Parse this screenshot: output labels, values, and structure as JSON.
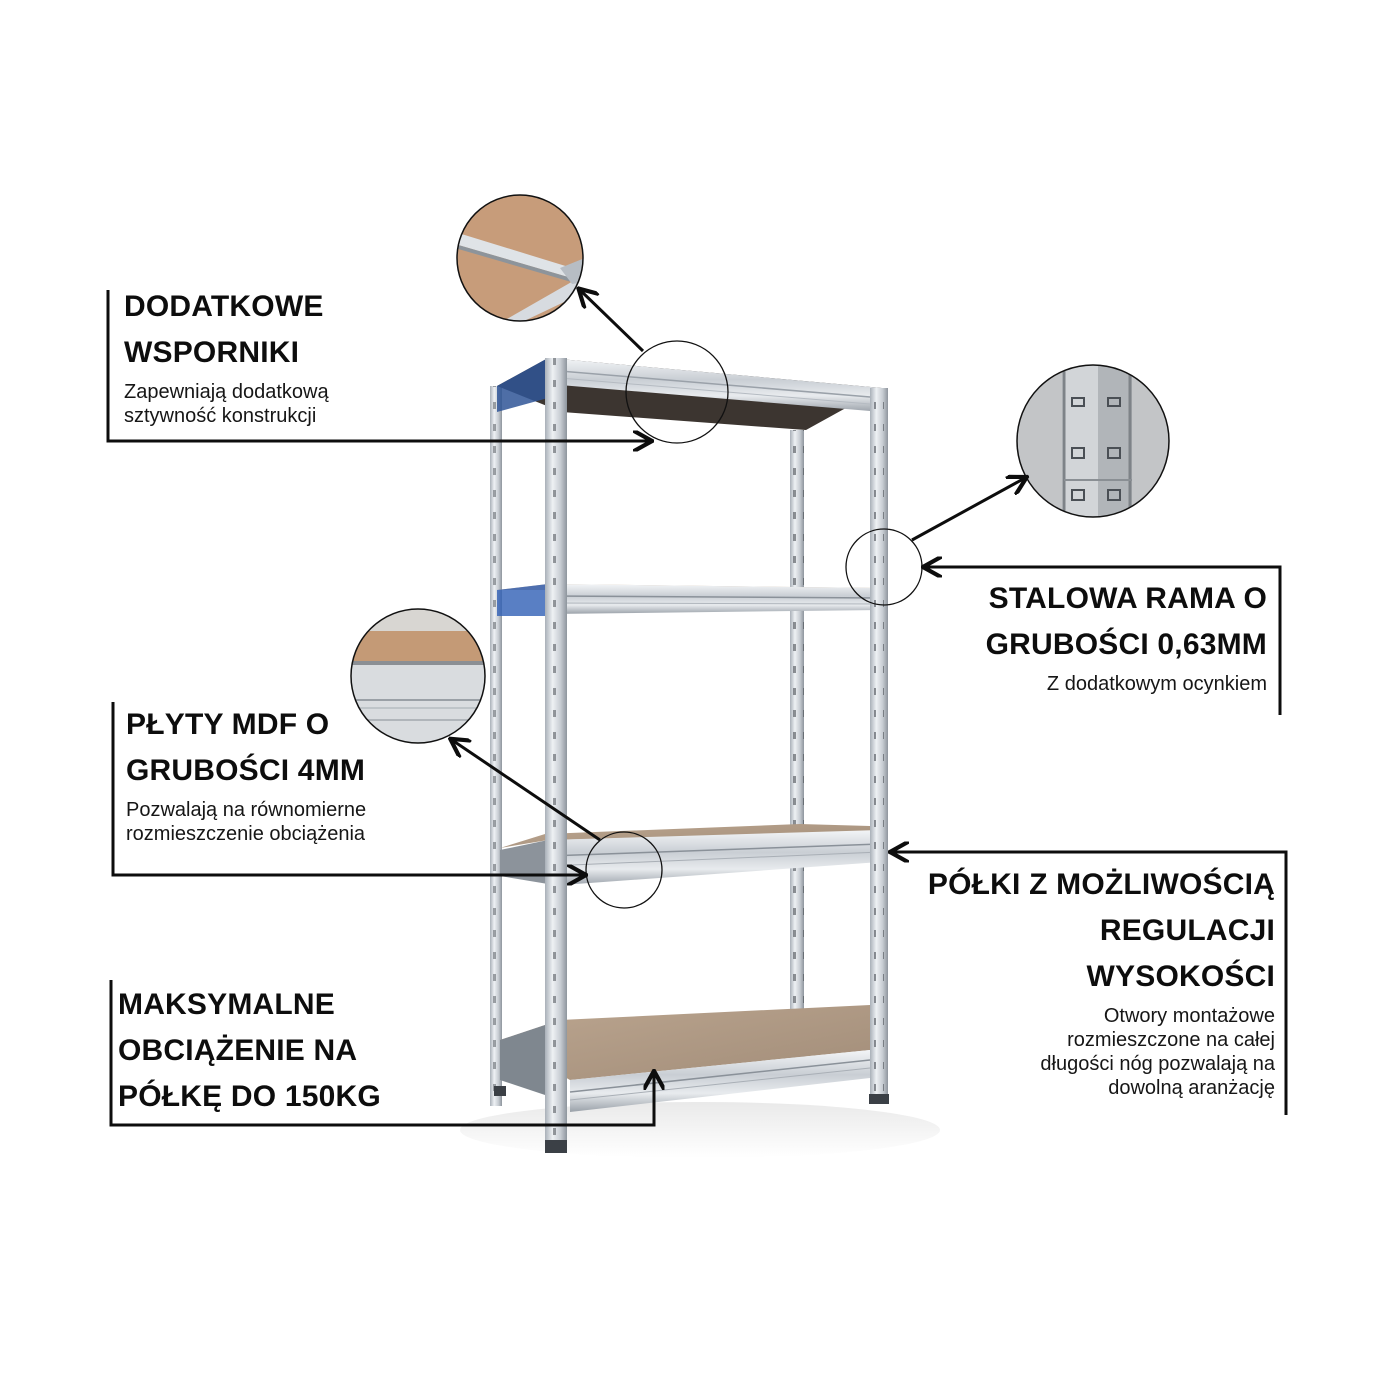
{
  "product": {
    "name": "Metal shelving unit with 4 MDF shelves",
    "colors": {
      "background": "#ffffff",
      "mdf": "#b09a85",
      "mdf_dark": "#8f7c6a",
      "steel": "#d9dde2",
      "steel_dark": "#9aa1a9",
      "steel_blue": "#3a63b0",
      "line": "#0d0d0d"
    }
  },
  "callouts": [
    {
      "id": "extra-supports",
      "title_lines": [
        "DODATKOWE",
        "WSPORNIKI"
      ],
      "desc_lines": [
        "Zapewniają dodatkową",
        "sztywność konstrukcji"
      ],
      "align": "left"
    },
    {
      "id": "steel-frame",
      "title_lines": [
        "STALOWA RAMA O",
        "GRUBOŚCI 0,63MM"
      ],
      "desc_lines": [
        "Z dodatkowym ocynkiem"
      ],
      "align": "right"
    },
    {
      "id": "mdf-boards",
      "title_lines": [
        "PŁYTY MDF O",
        "GRUBOŚCI 4MM"
      ],
      "desc_lines": [
        "Pozwalają na równomierne",
        "rozmieszczenie obciążenia"
      ],
      "align": "left"
    },
    {
      "id": "adjustable-shelves",
      "title_lines": [
        "PÓŁKI Z MOŻLIWOŚCIĄ",
        "REGULACJI",
        "WYSOKOŚCI"
      ],
      "desc_lines": [
        "Otwory montażowe",
        "rozmieszczone na całej",
        "długości nóg pozwalają na",
        "dowolną aranżację"
      ],
      "align": "right"
    },
    {
      "id": "max-load",
      "title_lines": [
        "MAKSYMALNE",
        "OBCIĄŻENIE NA",
        "PÓŁKĘ DO 150KG"
      ],
      "desc_lines": [],
      "align": "left"
    }
  ],
  "detail_images": [
    {
      "id": "detail-bracket",
      "depicts": "shelf support bracket close-up"
    },
    {
      "id": "detail-upright",
      "depicts": "perforated steel upright close-up"
    },
    {
      "id": "detail-mdf-edge",
      "depicts": "MDF board edge on steel beam close-up"
    }
  ]
}
